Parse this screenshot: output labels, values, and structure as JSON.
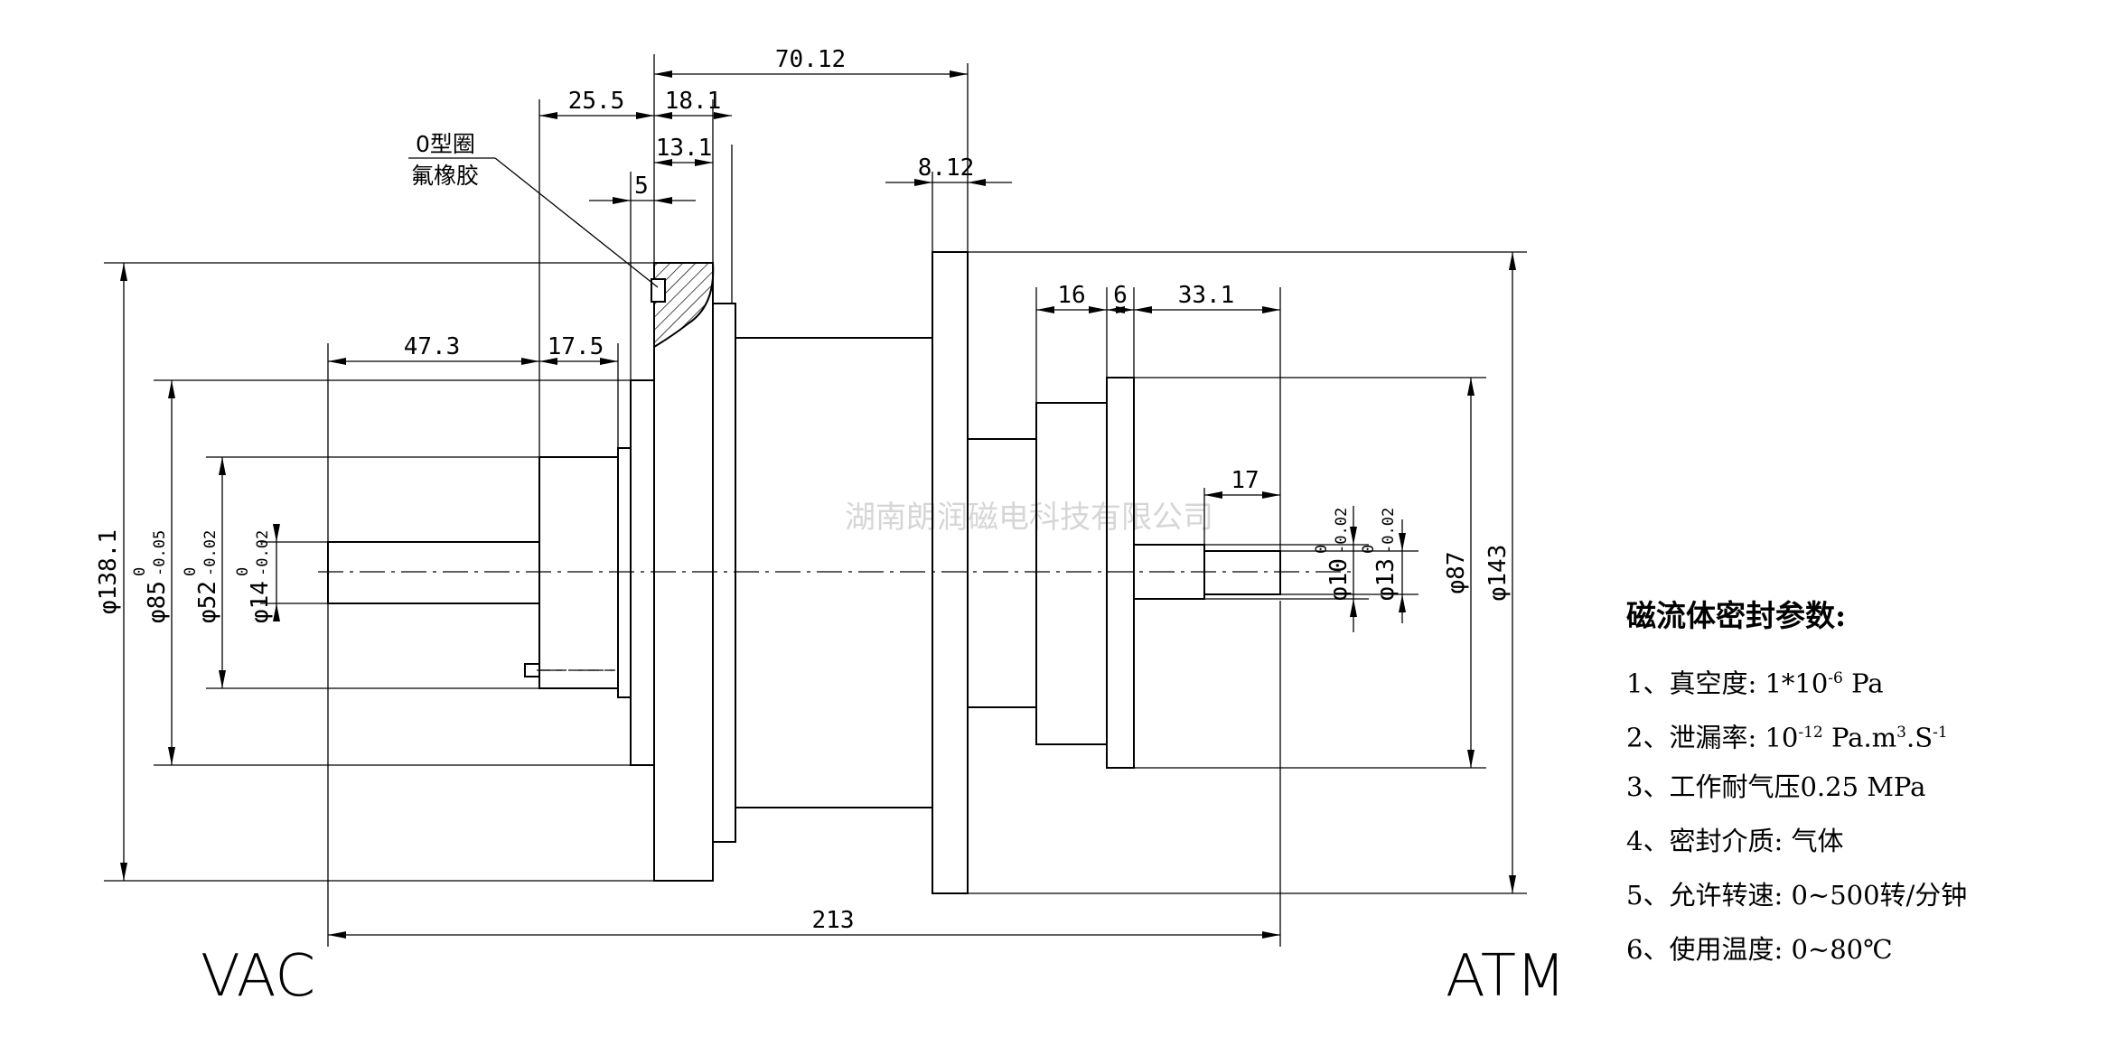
{
  "watermark": "湖南朗润磁电科技有限公司",
  "sides": {
    "vac": "VAC",
    "atm": "ATM"
  },
  "oring_label": [
    "0型圈",
    "氟橡胶"
  ],
  "dimensions": {
    "d_70_12": "70.12",
    "d_25_5": "25.5",
    "d_18_1": "18.1",
    "d_13_1": "13.1",
    "d_5": "5",
    "d_8_12": "8.12",
    "d_47_3": "47.3",
    "d_17_5": "17.5",
    "d_16": "16",
    "d_6": "6",
    "d_33_1": "33.1",
    "d_17": "17",
    "d_213": "213"
  },
  "diameters": {
    "phi138_1": {
      "main": "φ138.1",
      "upper": "",
      "lower": ""
    },
    "phi85": {
      "main": "φ85",
      "upper": "0",
      "lower": "-0.05"
    },
    "phi52": {
      "main": "φ52",
      "upper": "0",
      "lower": "-0.02"
    },
    "phi14": {
      "main": "φ14",
      "upper": "0",
      "lower": "-0.02"
    },
    "phi10": {
      "main": "φ10",
      "upper": "0",
      "lower": "-0.02"
    },
    "phi13": {
      "main": "φ13",
      "upper": "0",
      "lower": "-0.02"
    },
    "phi87": {
      "main": "φ87",
      "upper": "",
      "lower": ""
    },
    "phi143": {
      "main": "φ143",
      "upper": "",
      "lower": ""
    }
  },
  "params": {
    "title": "磁流体密封参数:",
    "items": [
      {
        "prefix": "1、真空度: 1*10",
        "sup": "-6",
        "mid": " Pa",
        "sup2": "",
        "suffix": ""
      },
      {
        "prefix": "2、泄漏率: 10",
        "sup": "-12",
        "mid": " Pa.m",
        "sup2": "3",
        "suffix": ".S",
        "sup3": "-1"
      },
      {
        "prefix": "3、工作耐气压0.25 MPa",
        "sup": "",
        "mid": "",
        "sup2": "",
        "suffix": ""
      },
      {
        "prefix": "4、密封介质: 气体",
        "sup": "",
        "mid": "",
        "sup2": "",
        "suffix": ""
      },
      {
        "prefix": "5、允许转速: 0~500转/分钟",
        "sup": "",
        "mid": "",
        "sup2": "",
        "suffix": ""
      },
      {
        "prefix": "6、使用温度: 0~80℃",
        "sup": "",
        "mid": "",
        "sup2": "",
        "suffix": ""
      }
    ]
  }
}
